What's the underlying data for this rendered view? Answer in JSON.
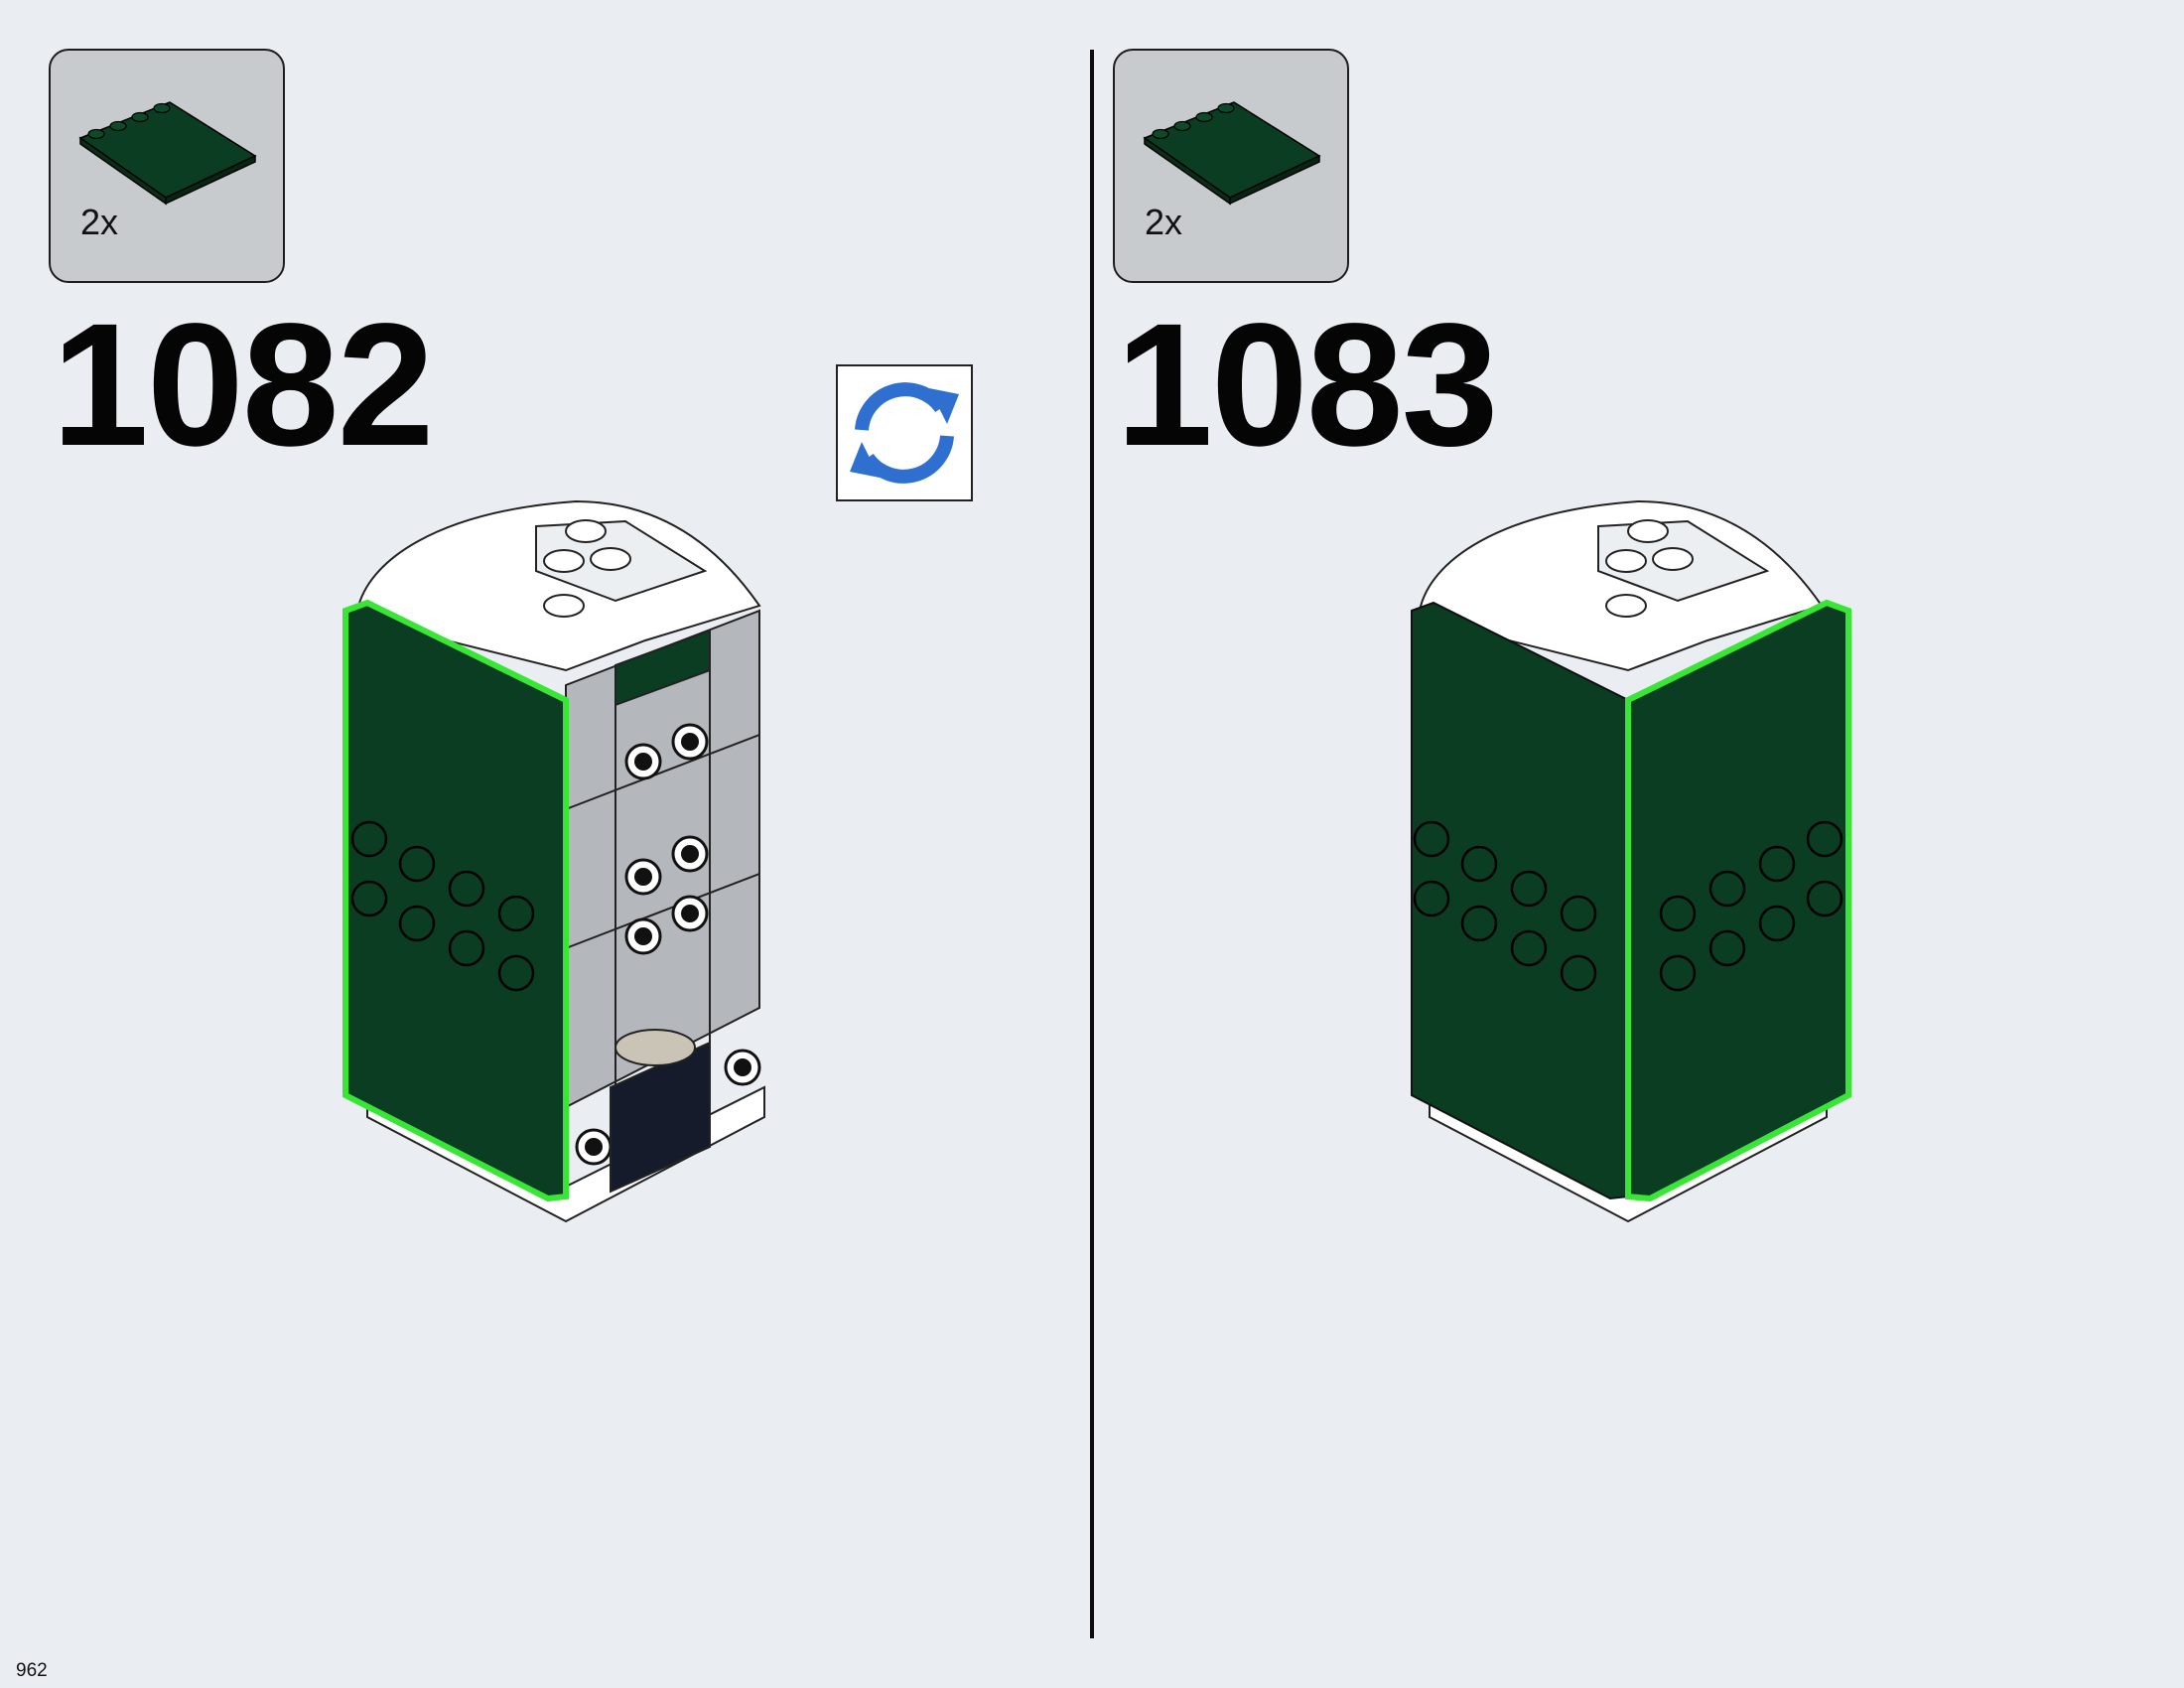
{
  "steps": [
    {
      "number": "1082",
      "part_qty": "2x",
      "part_color": "#0a3d22"
    },
    {
      "number": "1083",
      "part_qty": "2x",
      "part_color": "#0a3d22"
    }
  ],
  "rotate_icon": "rotate-model-icon",
  "highlight_color": "#39e636",
  "page_number": "962"
}
